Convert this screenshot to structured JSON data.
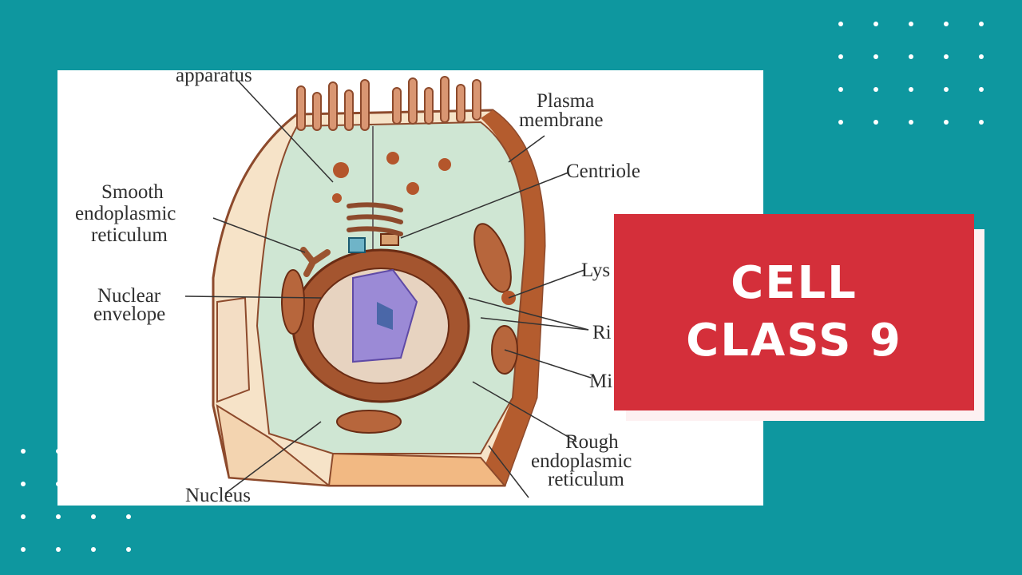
{
  "thumbnail": {
    "title_lines": [
      "CELL",
      "CLASS 9"
    ],
    "colors": {
      "background": "#0e979f",
      "title_box": "#d42f3a",
      "title_text": "#ffffff",
      "card": "#ffffff"
    }
  },
  "diagram": {
    "labels": {
      "golgi": "apparatus",
      "plasma": [
        "Plasma",
        "membrane"
      ],
      "centriole": "Centriole",
      "smooth_er": [
        "Smooth",
        "endoplasmic",
        "reticulum"
      ],
      "nuclear_env": [
        "Nuclear",
        "envelope"
      ],
      "lysosome": "Lys",
      "ribosome": "Ri",
      "mitochondria": "Mi",
      "rough_er": [
        "Rough",
        "endoplasmic",
        "reticulum"
      ],
      "nucleus": "Nucleus"
    }
  }
}
